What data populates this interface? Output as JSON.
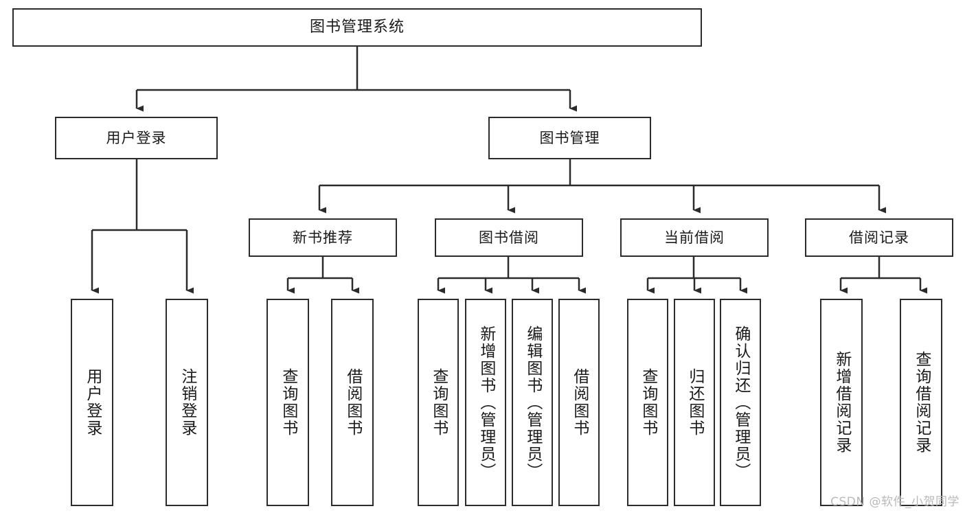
{
  "diagram": {
    "title": "图书管理系统",
    "watermark": "CSDN @软件_小贺同学",
    "colors": {
      "stroke": "#2b2b2b",
      "fill": "#ffffff",
      "text": "#1a1a1a",
      "watermark": "#b9b9b9"
    },
    "levels": {
      "root": {
        "label": "图书管理系统"
      },
      "level2": [
        {
          "label": "用户登录"
        },
        {
          "label": "图书管理"
        }
      ],
      "level3": [
        {
          "label": "新书推荐"
        },
        {
          "label": "图书借阅"
        },
        {
          "label": "当前借阅"
        },
        {
          "label": "借阅记录"
        }
      ],
      "leaves": {
        "user_login": [
          {
            "label": "用户登录"
          },
          {
            "label": "注销登录"
          }
        ],
        "new_book": [
          {
            "label": "查询图书"
          },
          {
            "label": "借阅图书"
          }
        ],
        "book_borrow": [
          {
            "label": "查询图书"
          },
          {
            "label": "新增图书（管理员）"
          },
          {
            "label": "编辑图书（管理员）"
          },
          {
            "label": "借阅图书"
          }
        ],
        "current_borrow": [
          {
            "label": "查询图书"
          },
          {
            "label": "归还图书"
          },
          {
            "label": "确认归还（管理员）"
          }
        ],
        "borrow_record": [
          {
            "label": "新增借阅记录"
          },
          {
            "label": "查询借阅记录"
          }
        ]
      }
    }
  }
}
